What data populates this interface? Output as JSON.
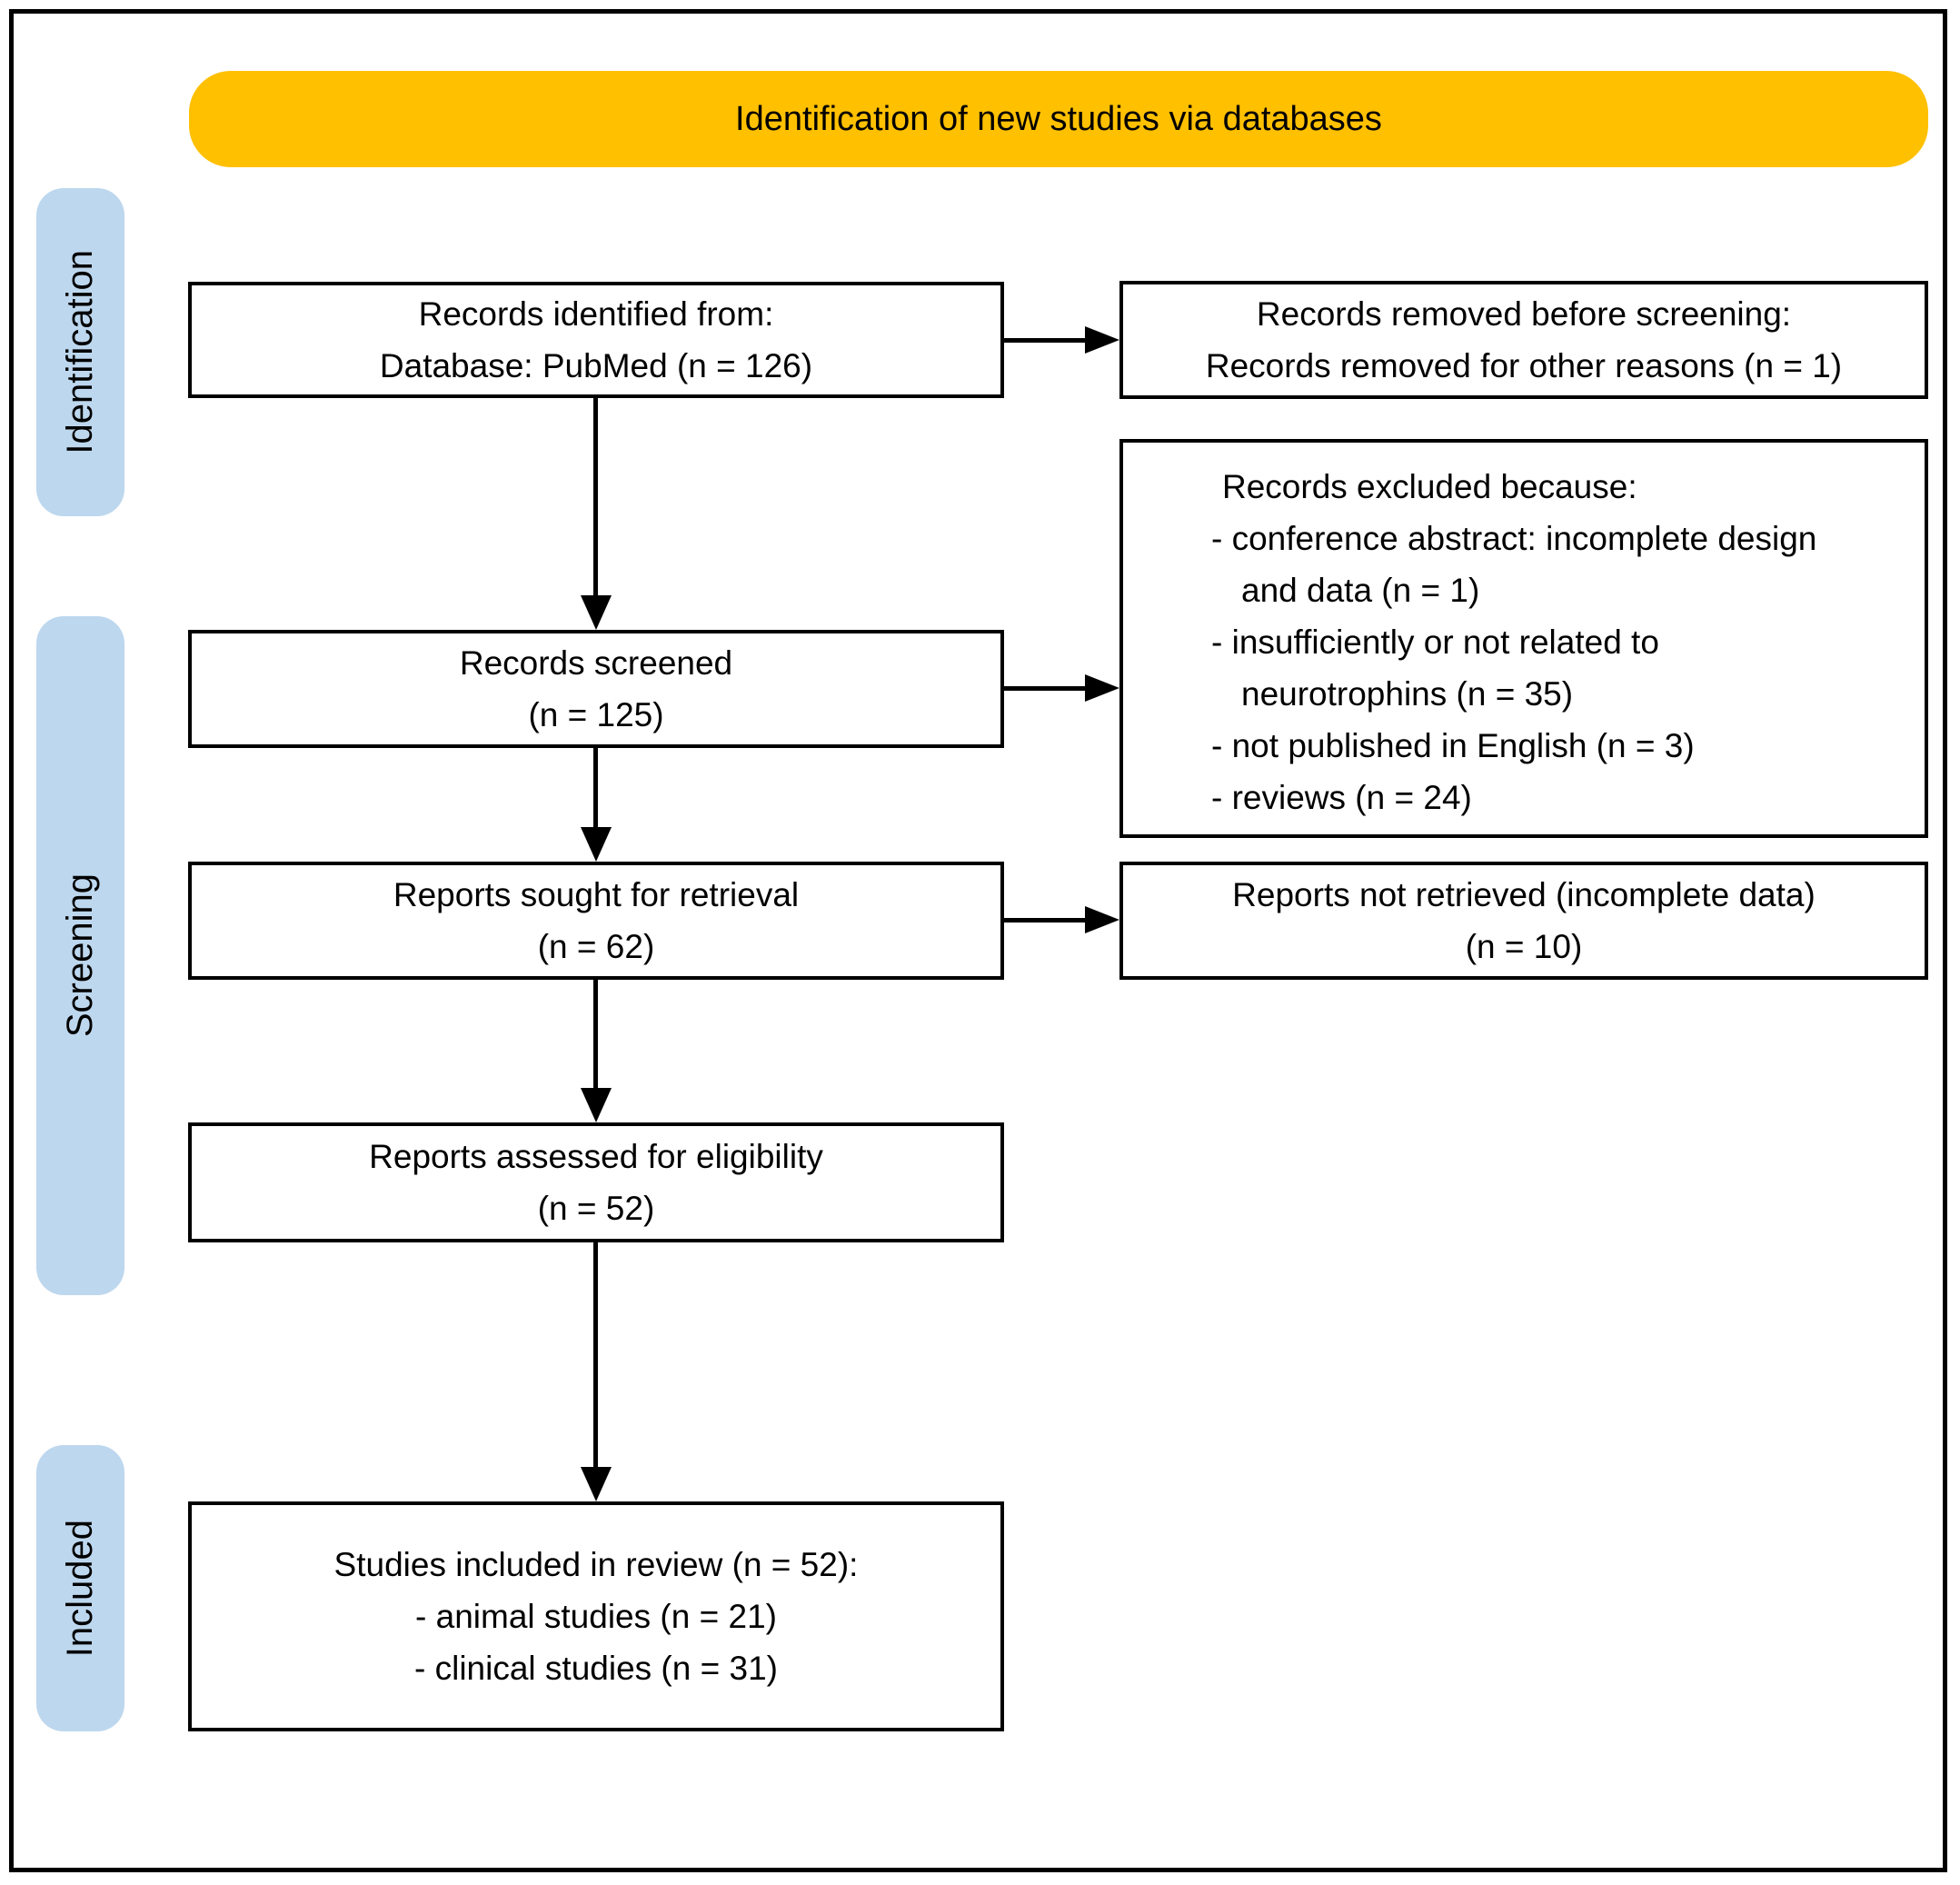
{
  "banner": {
    "title": "Identification of new studies via databases"
  },
  "stages": {
    "identification": "Identification",
    "screening": "Screening",
    "included": "Included"
  },
  "boxes": {
    "records_identified": {
      "line1": "Records identified from:",
      "line2": "Database: PubMed (n = 126)"
    },
    "records_removed": {
      "line1": "Records removed before screening:",
      "line2": "Records removed for other reasons (n = 1)"
    },
    "records_screened": {
      "line1": "Records screened",
      "line2": "(n = 125)"
    },
    "records_excluded": {
      "heading": "Records excluded because:",
      "item1": "- conference abstract: incomplete design and data (n = 1)",
      "item2": "- insufficiently or not related to neurotrophins (n = 35)",
      "item3": "- not published in English (n = 3)",
      "item4": "- reviews (n = 24)"
    },
    "reports_sought": {
      "line1": "Reports sought for retrieval",
      "line2": "(n = 62)"
    },
    "reports_not_retrieved": {
      "line1": "Reports not retrieved (incomplete data)",
      "line2": "(n = 10)"
    },
    "reports_assessed": {
      "line1": "Reports assessed for eligibility",
      "line2": "(n = 52)"
    },
    "studies_included": {
      "line1": "Studies included in review (n = 52):",
      "line2": "- animal studies (n = 21)",
      "line3": "- clinical studies (n = 31)"
    }
  },
  "colors": {
    "banner_fill": "#FFC000",
    "stage_band_fill": "#BDD7EE",
    "line_color": "#000000",
    "background": "#FFFFFF"
  }
}
